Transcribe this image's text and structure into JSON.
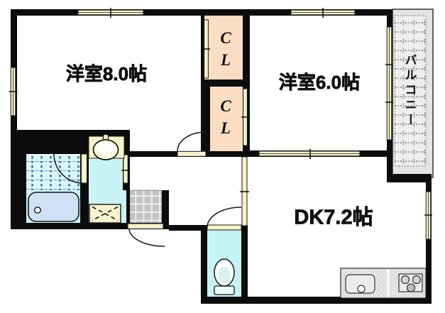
{
  "floorplan": {
    "kind": "japanese-apartment-floor-plan",
    "rooms": {
      "western_room_8": {
        "label": "洋室8.0帖"
      },
      "western_room_6": {
        "label": "洋室6.0帖"
      },
      "dining_kitchen": {
        "label": "DK7.2帖"
      },
      "balcony": {
        "label": "バルコニー"
      },
      "closet_upper": {
        "label": "CL"
      },
      "closet_lower": {
        "label": "CL"
      }
    },
    "fixtures": [
      "bathtub",
      "bathroom-tile-floor",
      "wash-basin",
      "washing-machine-pan",
      "toilet",
      "entrance-tile-floor",
      "kitchen-sink",
      "gas-stove",
      "kitchen-counter",
      "balcony-tile-floor"
    ],
    "colors": {
      "wall": "#0c0c0c",
      "door_window": "#f6f3c8",
      "closet": "#fbddc4",
      "wet_area": "#c9f3f5",
      "bathtub": "#cfe1f5",
      "balcony": "#e6e6e6",
      "entrance_tile": "#c3c3c3",
      "counter": "#e4e4e4"
    }
  }
}
